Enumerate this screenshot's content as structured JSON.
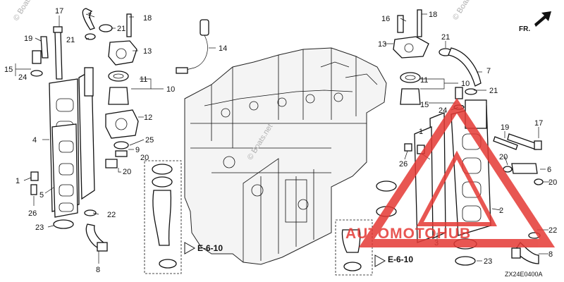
{
  "callouts": [
    {
      "id": "c17a",
      "text": "17"
    },
    {
      "id": "c7a",
      "text": "7"
    },
    {
      "id": "c18a",
      "text": "18"
    },
    {
      "id": "c19a",
      "text": "19"
    },
    {
      "id": "c21a",
      "text": "21"
    },
    {
      "id": "c21b",
      "text": "21"
    },
    {
      "id": "c13a",
      "text": "13"
    },
    {
      "id": "c14",
      "text": "14"
    },
    {
      "id": "c15a",
      "text": "15"
    },
    {
      "id": "c24a",
      "text": "24"
    },
    {
      "id": "c11a",
      "text": "11"
    },
    {
      "id": "c10a",
      "text": "10"
    },
    {
      "id": "c12",
      "text": "12"
    },
    {
      "id": "c4",
      "text": "4"
    },
    {
      "id": "c25",
      "text": "25"
    },
    {
      "id": "c9",
      "text": "9"
    },
    {
      "id": "c20a",
      "text": "20"
    },
    {
      "id": "c20b",
      "text": "20"
    },
    {
      "id": "c1",
      "text": "1"
    },
    {
      "id": "c5",
      "text": "5"
    },
    {
      "id": "c26a",
      "text": "26"
    },
    {
      "id": "c22a",
      "text": "22"
    },
    {
      "id": "c23a",
      "text": "23"
    },
    {
      "id": "c8a",
      "text": "8"
    },
    {
      "id": "c16",
      "text": "16"
    },
    {
      "id": "c18b",
      "text": "18"
    },
    {
      "id": "c21c",
      "text": "21"
    },
    {
      "id": "c13b",
      "text": "13"
    },
    {
      "id": "c7b",
      "text": "7"
    },
    {
      "id": "c11b",
      "text": "11"
    },
    {
      "id": "c10b",
      "text": "10"
    },
    {
      "id": "c21d",
      "text": "21"
    },
    {
      "id": "c15b",
      "text": "15"
    },
    {
      "id": "c24b",
      "text": "24"
    },
    {
      "id": "c19b",
      "text": "19"
    },
    {
      "id": "c17b",
      "text": "17"
    },
    {
      "id": "c20c",
      "text": "20"
    },
    {
      "id": "c6",
      "text": "6"
    },
    {
      "id": "c20d",
      "text": "20"
    },
    {
      "id": "c26b",
      "text": "26"
    },
    {
      "id": "c1b",
      "text": "1"
    },
    {
      "id": "c3",
      "text": "3"
    },
    {
      "id": "c2",
      "text": "2"
    },
    {
      "id": "c22b",
      "text": "22"
    },
    {
      "id": "c23b",
      "text": "23"
    },
    {
      "id": "c8b",
      "text": "8"
    }
  ],
  "references": [
    {
      "id": "refLeft",
      "text": "E-6-10"
    },
    {
      "id": "refRight",
      "text": "E-6-10"
    }
  ],
  "direction_label": "FR.",
  "diagram_code": "ZX24E0400A",
  "watermarks": {
    "top_left": "© Boats.net",
    "top_right": "© Boats",
    "center": "© Boats.net"
  },
  "brand": {
    "text": "AUTOMOTOHUB",
    "color": "#e53935"
  }
}
